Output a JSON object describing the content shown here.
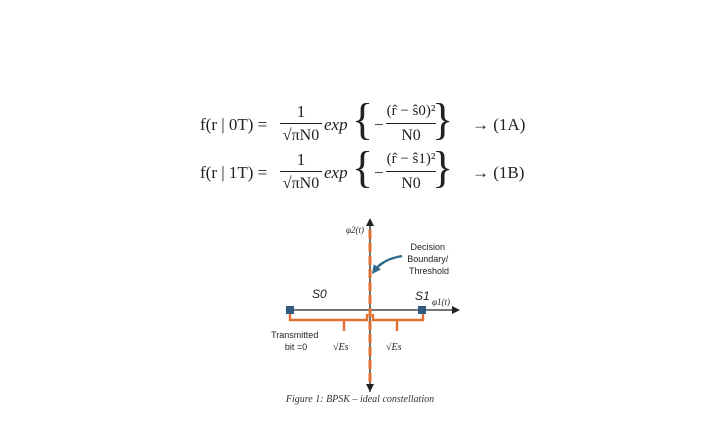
{
  "equations": [
    {
      "lhs": "f(r | 0T) =",
      "coef_num": "1",
      "coef_den": "√πN0",
      "exp_word": "exp",
      "minus": "−",
      "exp_num": "(r̂ − ŝ0)²",
      "exp_den": "N0",
      "tag": "→ (1A)"
    },
    {
      "lhs": "f(r | 1T) =",
      "coef_num": "1",
      "coef_den": "√πN0",
      "exp_word": "exp",
      "minus": "−",
      "exp_num": "(r̂ − ŝ1)²",
      "exp_den": "N0",
      "tag": "→ (1B)"
    }
  ],
  "diagram": {
    "y_axis_label": "φ2(t)",
    "x_axis_label": "φ1(t)",
    "point_s0": "S0",
    "point_s1": "S1",
    "decision_label": [
      "Decision",
      "Boundary/",
      "Threshold"
    ],
    "transmitted_label": [
      "Transmitted",
      "bit =0"
    ],
    "sqrt_es_left": "√Es",
    "sqrt_es_right": "√Es",
    "colors": {
      "axis": "#222222",
      "boundary": "#e07030",
      "point": "#2e5a80",
      "arrow": "#2e6a8a"
    }
  },
  "caption": "Figure 1: BPSK – ideal constellation"
}
